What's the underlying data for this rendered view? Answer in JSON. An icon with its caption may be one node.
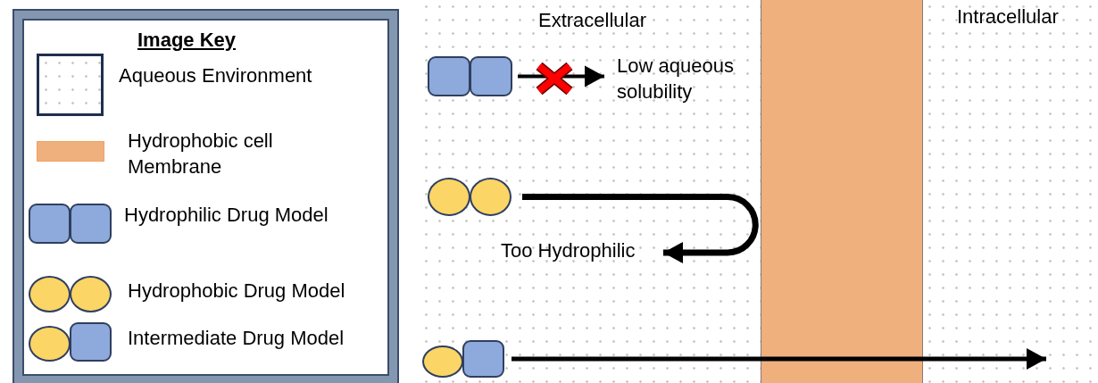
{
  "diagram": {
    "nodes": [
      {
        "text": [],
        "shape": "box"
      },
      {
        "text": [
          "Low aqueous solubility"
        ]
      },
      {
        "text": [],
        "shape": "circle"
      },
      {
        "text": [
          "Too Hydrophilic"
        ]
      },
      {
        "text": [],
        "shape": "box"
      }
    ],
    "edges": [
      {
        "from": 0,
        "to": 1,
        "arrow": "to"
      },
      {
        "from": 2,
        "to": 3,
        "arrow": "to"
      },
      {
        "from": 4,
        "to": null,
        "arrow": "to"
      }
    ],
    "labels": [
      "Image Key",
      "Extracellular",
      "Intracellular"
    ],
    "legend": [
      {
        "text": "Aqueous Environment"
      },
      {
        "text": "Hydrophobic cell Membrane",
        "color": "#efb07e"
      },
      {
        "text": "Hydrophilic Drug Model"
      },
      {
        "text": "Hydrophobic Drug Model"
      },
      {
        "text": "Intermediate Drug Model"
      }
    ]
  }
}
